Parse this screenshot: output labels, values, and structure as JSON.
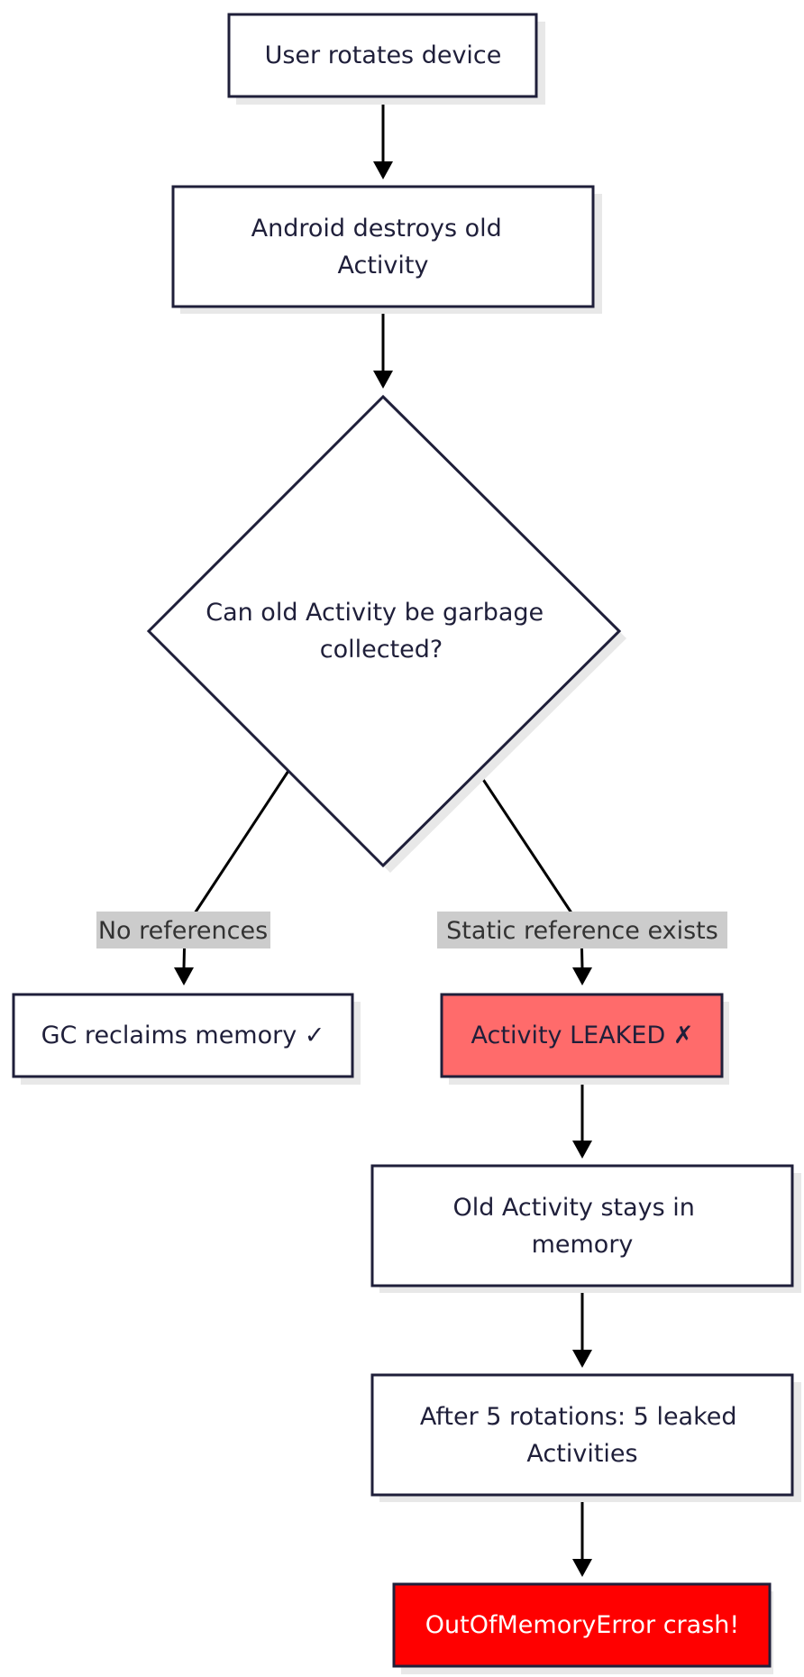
{
  "nodes": {
    "user_rotates": {
      "text": "User rotates device"
    },
    "android_destroys": {
      "lines": [
        "Android destroys old",
        "Activity"
      ]
    },
    "can_gc": {
      "lines": [
        "Can old Activity be garbage",
        "collected?"
      ]
    },
    "gc_reclaims": {
      "text": "GC reclaims memory ✓"
    },
    "activity_leaked": {
      "text": "Activity LEAKED ✗",
      "fill": "#ff6b6b"
    },
    "stays_in_memory": {
      "lines": [
        "Old Activity stays in",
        "memory"
      ]
    },
    "after_rotations": {
      "lines": [
        "After 5 rotations: 5 leaked",
        "Activities"
      ]
    },
    "oom_crash": {
      "text": "OutOfMemoryError crash!",
      "fill": "#ff0000",
      "text_color": "#ffffff"
    }
  },
  "edge_labels": {
    "no_references": "No references",
    "static_reference": "Static reference exists",
    "label_background": "#cccccc"
  },
  "colors": {
    "node_border": "#1f1f3a",
    "edge": "#000000",
    "shadow": "#e8e8e8"
  }
}
